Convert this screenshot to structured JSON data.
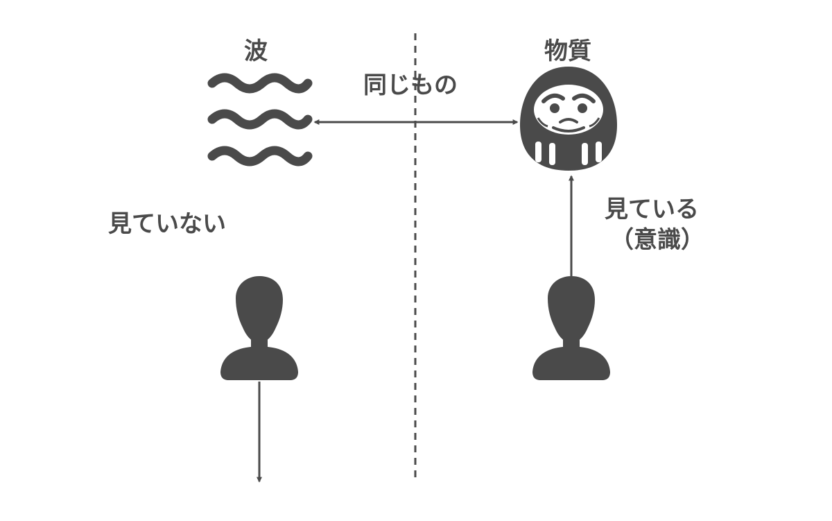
{
  "labels": {
    "wave": "波",
    "matter": "物質",
    "same_thing": "同じもの",
    "not_looking": "見ていない",
    "looking": "見ている",
    "consciousness": "（意識）"
  },
  "colors": {
    "ink": "#4a4a4a",
    "background": "#ffffff"
  },
  "icons": [
    "wave-icon",
    "daruma-icon",
    "person-icon"
  ]
}
